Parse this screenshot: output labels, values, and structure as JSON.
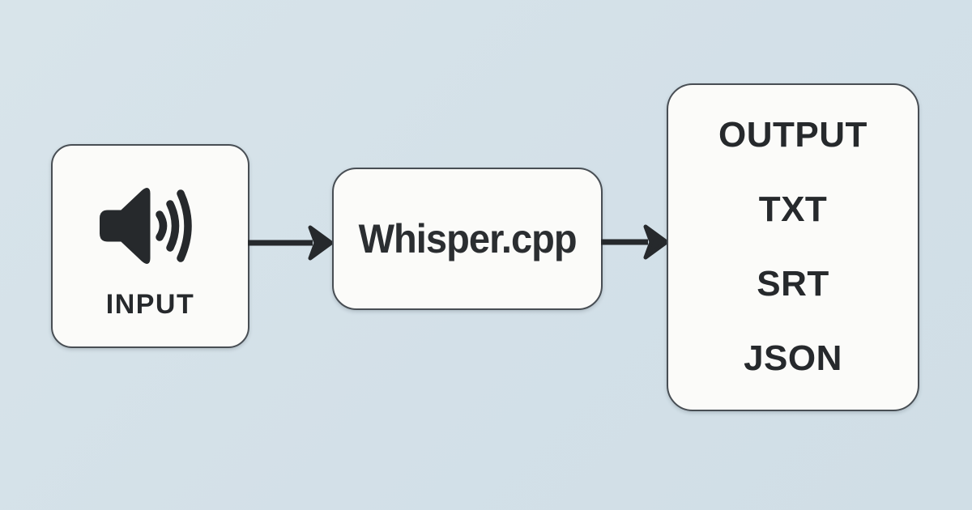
{
  "palette": {
    "background": "#d5e2e9",
    "ink": "#26292c",
    "node_fill": "#fbfbf9",
    "node_border": "#484e54"
  },
  "diagram": {
    "type": "flowchart",
    "direction": "left-to-right",
    "nodes": {
      "input": {
        "label": "INPUT",
        "icon": "speaker-audio-icon"
      },
      "process": {
        "label": "Whisper.cpp"
      },
      "output": {
        "title": "OUTPUT",
        "formats": [
          "TXT",
          "SRT",
          "JSON"
        ]
      }
    },
    "edges": [
      {
        "from": "input",
        "to": "process",
        "style": "solid-arrow"
      },
      {
        "from": "process",
        "to": "output",
        "style": "solid-arrow"
      }
    ]
  }
}
